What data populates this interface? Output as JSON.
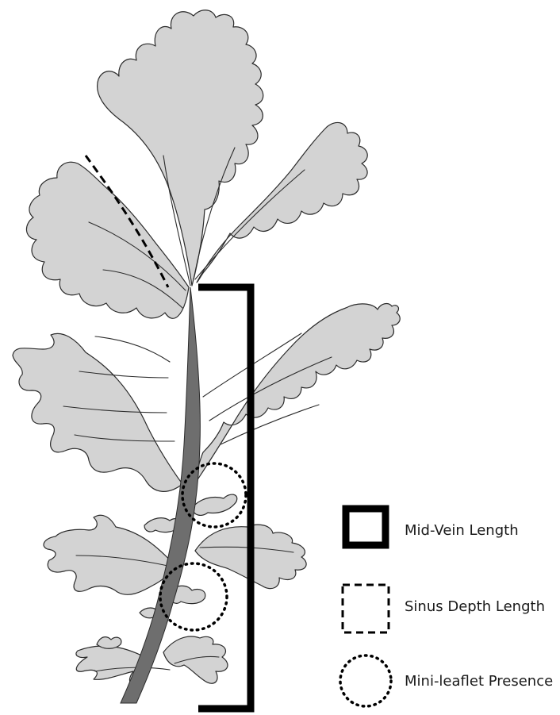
{
  "figure": {
    "colors": {
      "leaf_fill": "#d3d3d3",
      "outline": "#2b2b2b",
      "midvein": "#6e6e6e",
      "marker": "#000000",
      "background": "#ffffff"
    }
  },
  "legend": {
    "items": [
      {
        "label": "Mid-Vein Length",
        "symbol": "thick-solid-square"
      },
      {
        "label": "Sinus Depth Length",
        "symbol": "dashed-square"
      },
      {
        "label": "Mini-leaflet Presence",
        "symbol": "dotted-circle"
      }
    ]
  }
}
